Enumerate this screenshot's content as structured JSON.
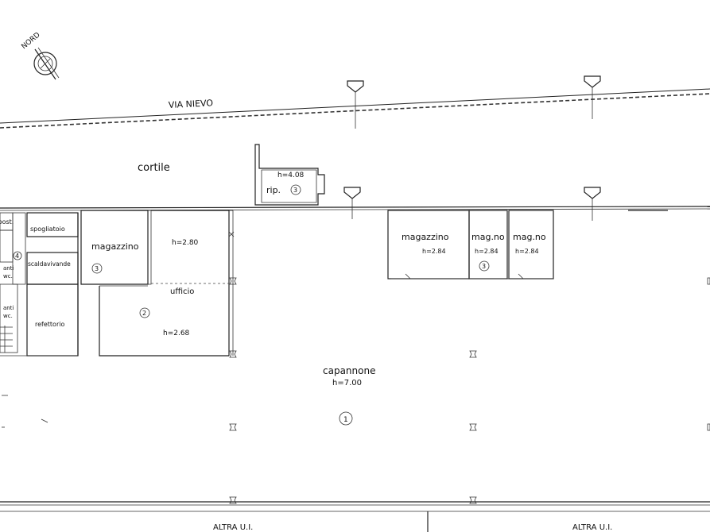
{
  "compass": {
    "label": "NORD",
    "icon": "north-arrow-icon"
  },
  "street": {
    "name": "VIA NIEVO"
  },
  "courtyard": {
    "label": "cortile"
  },
  "storage_room": {
    "label": "rip.",
    "height": "h=4.08",
    "number": "3"
  },
  "left_rooms": {
    "storage_top": "ripost.",
    "wc_marker": "4",
    "changing_room": "spogliatoio",
    "water_heater": "scaldavivande",
    "antibath_wc_1": "anti\nwc.",
    "antibath_wc_2": "anti\nwc.",
    "canteen": "refettorio"
  },
  "magazzino_left": {
    "label": "magazzino",
    "number": "3"
  },
  "room_h280": {
    "height": "h=2.80"
  },
  "office": {
    "label": "ufficio",
    "number": "2",
    "height": "h=2.68"
  },
  "warehouses_right": [
    {
      "label": "magazzino",
      "height": "h=2.84"
    },
    {
      "label": "mag.no",
      "height": "h=2.84",
      "number": "3"
    },
    {
      "label": "mag.no",
      "height": "h=2.84"
    }
  ],
  "shed": {
    "label": "capannone",
    "height": "h=7.00",
    "number": "1"
  },
  "neighbours": [
    {
      "label": "ALTRA U.I."
    },
    {
      "label": "ALTRA U.I."
    }
  ]
}
